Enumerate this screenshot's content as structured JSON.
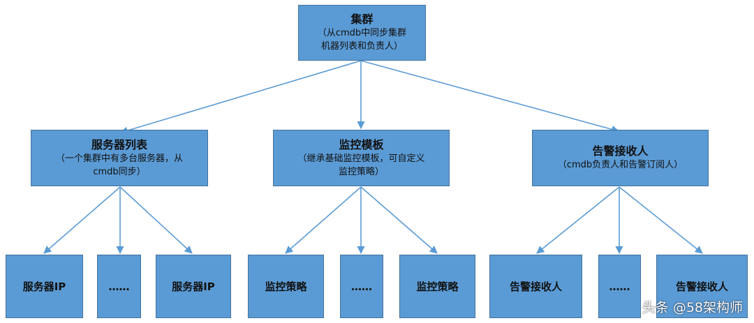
{
  "colors": {
    "node_fill": "#5b9bd5",
    "node_border": "#41719c",
    "edge": "#5b9bd5"
  },
  "root": {
    "title": "集群",
    "desc_line1": "（从cmdb中同步集群",
    "desc_line2": "机器列表和负责人）"
  },
  "branches": [
    {
      "title": "服务器列表",
      "desc_line1": "（一个集群中有多台服务器，从",
      "desc_line2": "cmdb同步）",
      "leaves": [
        "服务器IP",
        "……",
        "服务器IP"
      ]
    },
    {
      "title": "监控模板",
      "desc_line1": "（继承基础监控模板，可自定义",
      "desc_line2": "监控策略）",
      "leaves": [
        "监控策略",
        "……",
        "监控策略"
      ]
    },
    {
      "title": "告警接收人",
      "desc_line1": "（cmdb负责人和告警订阅人）",
      "desc_line2": "",
      "leaves": [
        "告警接收人",
        "……",
        "告警接收人"
      ]
    }
  ],
  "watermark": "头条 @58架构师"
}
